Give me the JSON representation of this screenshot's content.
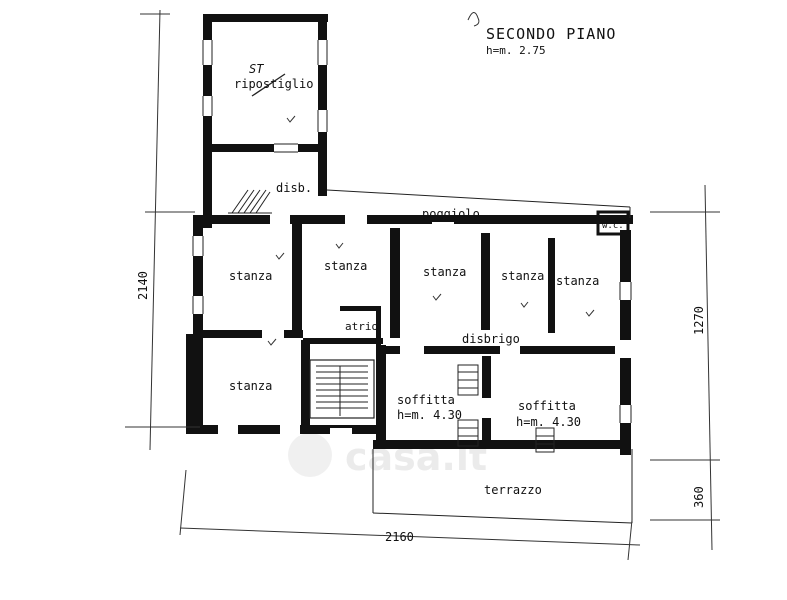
{
  "header": {
    "title": "SECONDO PIANO",
    "height_note": "h=m. 2.75"
  },
  "rooms": {
    "ripostiglio": "ripostiglio",
    "st_mark": "ST",
    "disb": "disb.",
    "poggiolo": "poggiolo",
    "wc": "w.c.",
    "stanza_1": "stanza",
    "stanza_2": "stanza",
    "stanza_3": "stanza",
    "stanza_4": "stanza",
    "stanza_5": "stanza",
    "stanza_6": "stanza",
    "atrio": "atrio",
    "disbrigo": "disbrigo",
    "soffitta_1": "soffitta",
    "soffitta_1_h": "h=m. 4.30",
    "soffitta_2": "soffitta",
    "soffitta_2_h": "h=m. 4.30",
    "terrazzo": "terrazzo"
  },
  "dimensions": {
    "left": "2140",
    "bottom": "2160",
    "right_upper": "1270",
    "right_lower": "360"
  },
  "watermark": "casa.it"
}
